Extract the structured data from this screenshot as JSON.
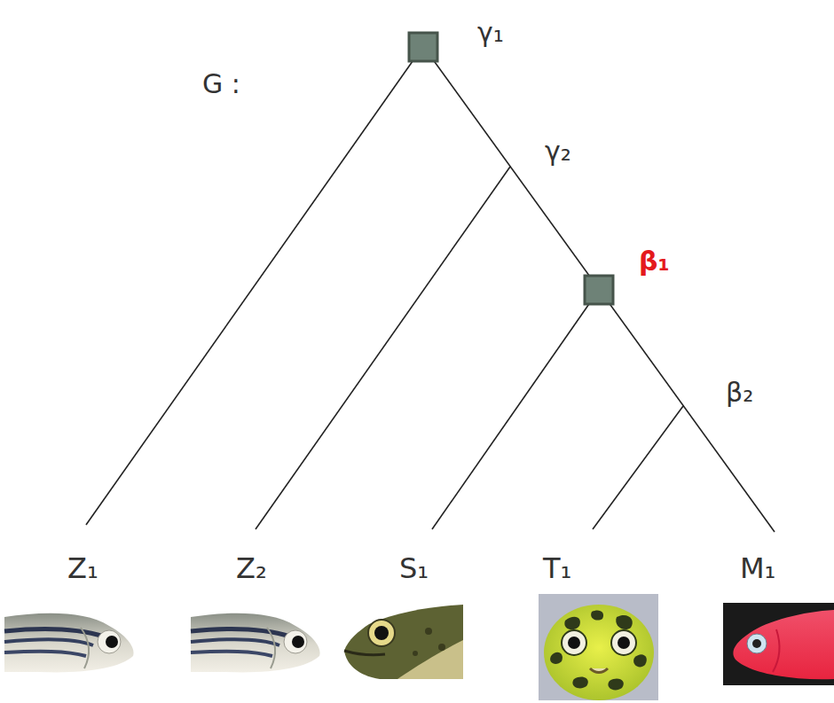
{
  "diagram": {
    "labels": [
      "G :",
      "γ₁",
      "γ₂",
      "β₁",
      "β₂",
      "Z₁",
      "Z₂",
      "S₁",
      "T₁",
      "M₁"
    ]
  }
}
